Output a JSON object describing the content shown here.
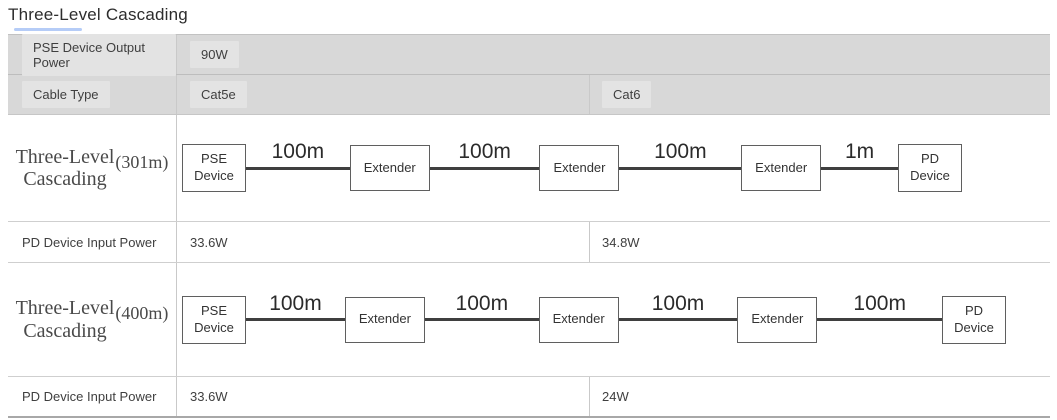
{
  "title": "Three-Level Cascading",
  "colors": {
    "title_underline_accent": "#b5ccf7",
    "header_row_gray": "#d8d8d8",
    "cable_line": "#3f3f3f"
  },
  "table": {
    "pse_output": {
      "label": "PSE Device Output Power",
      "value": "90W"
    },
    "cable_type": {
      "label": "Cable Type",
      "cat5e": "Cat5e",
      "cat6": "Cat6"
    },
    "cascade_301": {
      "label_line1": "Three-Level",
      "label_line2": "Cascading",
      "distance": "(301m)",
      "pse_line1": "PSE",
      "pse_line2": "Device",
      "seg1": "100m",
      "ext1": "Extender",
      "seg2": "100m",
      "ext2": "Extender",
      "seg3": "100m",
      "ext3": "Extender",
      "seg4": "1m",
      "pd_line1": "PD",
      "pd_line2": "Device"
    },
    "pd_input_301": {
      "label": "PD Device Input Power",
      "cat5e": "33.6W",
      "cat6": "34.8W"
    },
    "cascade_400": {
      "label_line1": "Three-Level",
      "label_line2": "Cascading",
      "distance": "(400m)",
      "pse_line1": "PSE",
      "pse_line2": "Device",
      "seg1": "100m",
      "ext1": "Extender",
      "seg2": "100m",
      "ext2": "Extender",
      "seg3": "100m",
      "ext3": "Extender",
      "seg4": "100m",
      "pd_line1": "PD",
      "pd_line2": "Device"
    },
    "pd_input_400": {
      "label": "PD Device Input Power",
      "cat5e": "33.6W",
      "cat6": "24W"
    }
  }
}
